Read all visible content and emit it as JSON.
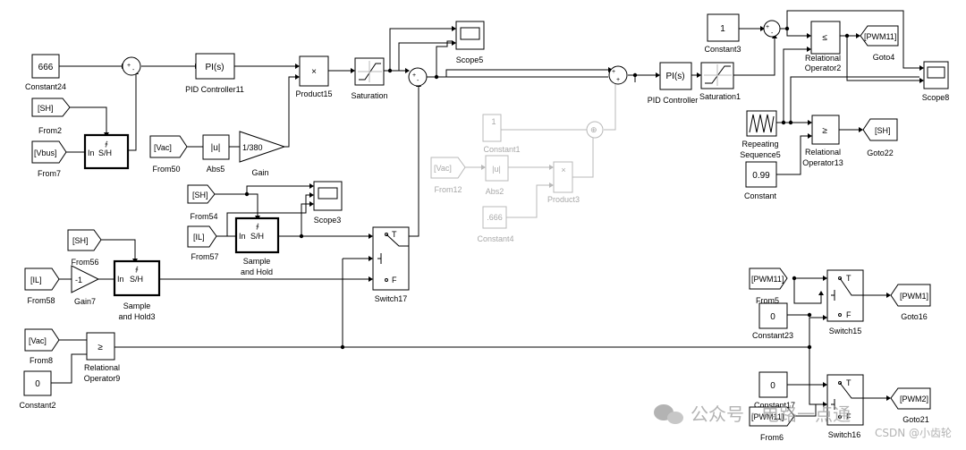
{
  "blocks": {
    "constant24": {
      "value": "666",
      "name": "Constant24"
    },
    "from2": {
      "tag": "[SH]",
      "name": "From2"
    },
    "from7": {
      "tag": "[Vbus]",
      "name": "From7"
    },
    "sh_a": {
      "in": "In",
      "out": "S/H"
    },
    "pid11": {
      "value": "PI(s)",
      "name": "PID Controller11"
    },
    "from50": {
      "tag": "[Vac]",
      "name": "From50"
    },
    "abs5": {
      "value": "|u|",
      "name": "Abs5"
    },
    "gain": {
      "value": "1/380",
      "name": "Gain"
    },
    "product15": {
      "value": "×",
      "name": "Product15"
    },
    "saturation": {
      "name": "Saturation"
    },
    "scope5": {
      "name": "Scope5"
    },
    "from54": {
      "tag": "[SH]",
      "name": "From54"
    },
    "scope3": {
      "name": "Scope3"
    },
    "from57": {
      "tag": "[IL]",
      "name": "From57"
    },
    "sample_hold": {
      "in": "In",
      "out": "S/H",
      "name_line1": "Sample",
      "name_line2": "and Hold"
    },
    "from56": {
      "tag": "[SH]",
      "name": "From56"
    },
    "from58": {
      "tag": "[IL]",
      "name": "From58"
    },
    "gain7": {
      "value": "-1",
      "name": "Gain7"
    },
    "sample_hold3": {
      "in": "In",
      "out": "S/H",
      "name_line1": "Sample",
      "name_line2": "and Hold3"
    },
    "switch17": {
      "t": "T",
      "f": "F",
      "name": "Switch17"
    },
    "from8": {
      "tag": "[Vac]",
      "name": "From8"
    },
    "relop9": {
      "value": "≥",
      "name_line1": "Relational",
      "name_line2": "Operator9"
    },
    "constant2": {
      "value": "0",
      "name": "Constant2"
    },
    "constant1": {
      "value": "1",
      "name": "Constant1"
    },
    "from12": {
      "tag": "[Vac]",
      "name": "From12"
    },
    "abs2": {
      "value": "|u|",
      "name": "Abs2"
    },
    "product3": {
      "value": "×",
      "name": "Product3"
    },
    "constant4": {
      "value": ".666",
      "name": "Constant4"
    },
    "pid_main": {
      "value": "PI(s)",
      "name": "PID Controller"
    },
    "saturation1": {
      "name": "Saturation1"
    },
    "constant3": {
      "value": "1",
      "name": "Constant3"
    },
    "relop2": {
      "value": "≤",
      "name_line1": "Relational",
      "name_line2": "Operator2"
    },
    "goto4": {
      "tag": "[PWM11]",
      "name": "Goto4"
    },
    "scope8": {
      "name": "Scope8"
    },
    "repeating5": {
      "name_line1": "Repeating",
      "name_line2": "Sequence5"
    },
    "constant": {
      "value": "0.99",
      "name": "Constant"
    },
    "relop13": {
      "value": "≥",
      "name_line1": "Relational",
      "name_line2": "Operator13"
    },
    "goto22": {
      "tag": "[SH]",
      "name": "Goto22"
    },
    "from5": {
      "tag": "[PWM11]",
      "name": "From5"
    },
    "constant23": {
      "value": "0",
      "name": "Constant23"
    },
    "switch15": {
      "t": "T",
      "f": "F",
      "name": "Switch15"
    },
    "goto16": {
      "tag": "[PWM1]",
      "name": "Goto16"
    },
    "constant17": {
      "value": "0",
      "name": "Constant17"
    },
    "from6": {
      "tag": "[PWM11]",
      "name": "From6"
    },
    "switch16": {
      "t": "T",
      "f": "F",
      "name": "Switch16"
    },
    "goto21": {
      "tag": "[PWM2]",
      "name": "Goto21"
    }
  },
  "watermark": {
    "text": "公众号 · 电路一点通",
    "csdn": "CSDN @小齿轮"
  },
  "colors": {
    "active": "#000000",
    "commented": "#b8b8b8",
    "background": "#ffffff"
  }
}
